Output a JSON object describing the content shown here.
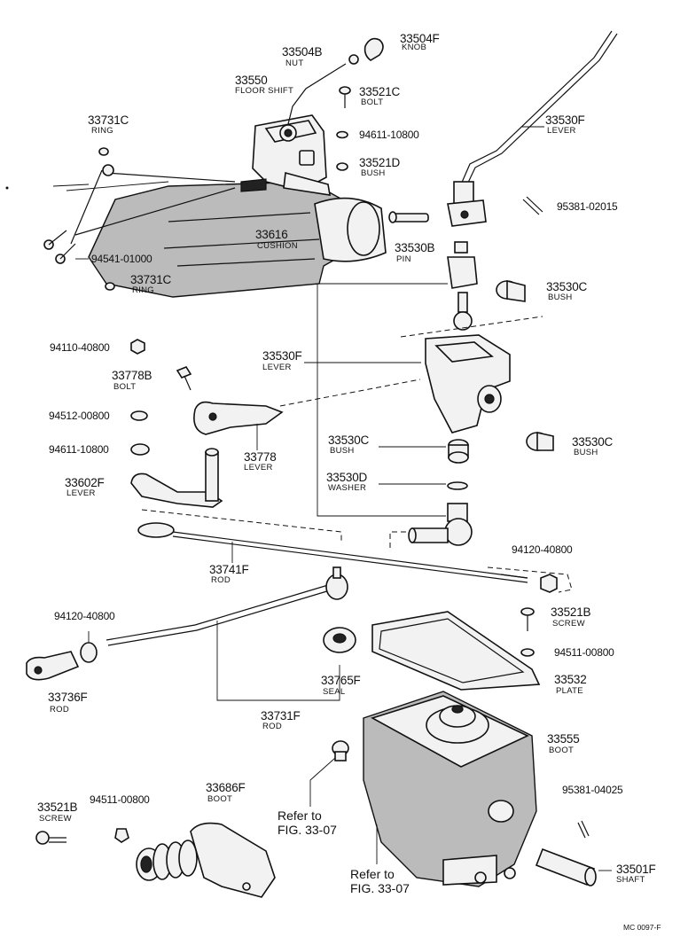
{
  "parts": {
    "p33504B": {
      "number": "33504B",
      "name": "NUT"
    },
    "p33504F": {
      "number": "33504F",
      "name": "KNOB"
    },
    "p33550": {
      "number": "33550",
      "name": "FLOOR SHIFT"
    },
    "p33521C": {
      "number": "33521C",
      "name": "BOLT"
    },
    "p33731C_top": {
      "number": "33731C",
      "name": "RING"
    },
    "p94611_top": {
      "number": "94611-10800"
    },
    "p33521D": {
      "number": "33521D",
      "name": "BUSH"
    },
    "p33530F_top": {
      "number": "33530F",
      "name": "LEVER"
    },
    "p95381_02015": {
      "number": "95381-02015"
    },
    "p33616": {
      "number": "33616",
      "name": "CUSHION"
    },
    "p94541": {
      "number": "94541-01000"
    },
    "p33530B": {
      "number": "33530B",
      "name": "PIN"
    },
    "p33731C_bottom": {
      "number": "33731C",
      "name": "RING"
    },
    "p33530C_top": {
      "number": "33530C",
      "name": "BUSH"
    },
    "p94110": {
      "number": "94110-40800"
    },
    "p33530F_mid": {
      "number": "33530F",
      "name": "LEVER"
    },
    "p33778B": {
      "number": "33778B",
      "name": "BOLT"
    },
    "p94512": {
      "number": "94512-00800"
    },
    "p94611_mid": {
      "number": "94611-10800"
    },
    "p33778": {
      "number": "33778",
      "name": "LEVER"
    },
    "p33530C_mid": {
      "number": "33530C",
      "name": "BUSH"
    },
    "p33530C_right": {
      "number": "33530C",
      "name": "BUSH"
    },
    "p33602F": {
      "number": "33602F",
      "name": "LEVER"
    },
    "p33530D": {
      "number": "33530D",
      "name": "WASHER"
    },
    "p94120_right": {
      "number": "94120-40800"
    },
    "p33741F": {
      "number": "33741F",
      "name": "ROD"
    },
    "p94120_left": {
      "number": "94120-40800"
    },
    "p33521B_right": {
      "number": "33521B",
      "name": "SCREW"
    },
    "p94511_right": {
      "number": "94511-00800"
    },
    "p33736F": {
      "number": "33736F",
      "name": "ROD"
    },
    "p33765F": {
      "number": "33765F",
      "name": "SEAL"
    },
    "p33532": {
      "number": "33532",
      "name": "PLATE"
    },
    "p33731F": {
      "number": "33731F",
      "name": "ROD"
    },
    "p33555": {
      "number": "33555",
      "name": "BOOT"
    },
    "p33521B_left": {
      "number": "33521B",
      "name": "SCREW"
    },
    "p94511_left": {
      "number": "94511-00800"
    },
    "p33686F": {
      "number": "33686F",
      "name": "BOOT"
    },
    "p95381_04025": {
      "number": "95381-04025"
    },
    "p33501F": {
      "number": "33501F",
      "name": "SHAFT"
    }
  },
  "references": {
    "ref_top": {
      "line1": "Refer to",
      "line2": "FIG. 33-07"
    },
    "ref_bottom": {
      "line1": "Refer to",
      "line2": "FIG. 33-07"
    }
  },
  "figure_code": "MC 0097-F"
}
